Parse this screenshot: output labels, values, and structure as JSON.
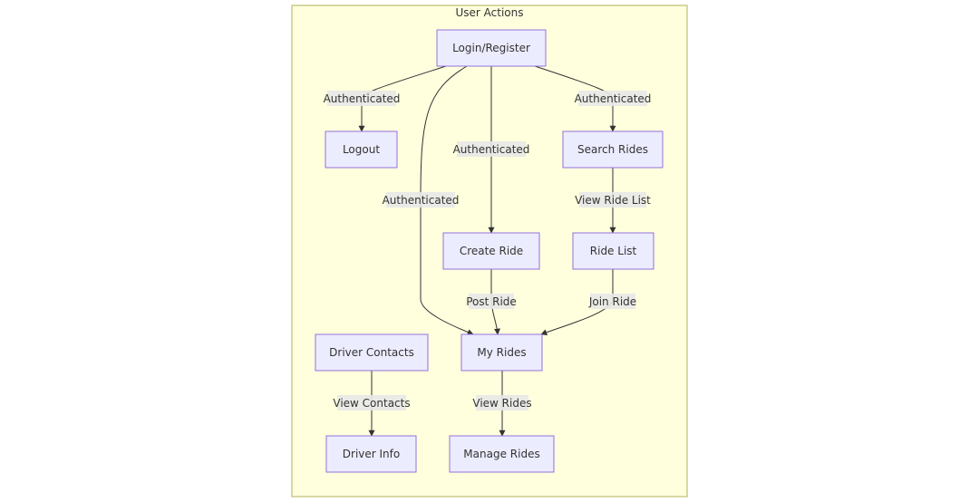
{
  "cluster": {
    "title": "User Actions"
  },
  "nodes": {
    "login": "Login/Register",
    "logout": "Logout",
    "search": "Search Rides",
    "create": "Create Ride",
    "ride_list": "Ride List",
    "my_rides": "My Rides",
    "driver_contacts": "Driver Contacts",
    "driver_info": "Driver Info",
    "manage": "Manage Rides"
  },
  "edges": {
    "login_logout": "Authenticated",
    "login_myrides": "Authenticated",
    "login_create": "Authenticated",
    "login_search": "Authenticated",
    "search_list": "View Ride List",
    "create_myrides": "Post Ride",
    "list_myrides": "Join Ride",
    "contacts_info": "View Contacts",
    "myrides_manage": "View Rides"
  },
  "colors": {
    "node_fill": "#ececff",
    "node_stroke": "#9370db",
    "cluster_fill": "#ffffde",
    "cluster_stroke": "#cccc88",
    "edge": "#333333",
    "label_bg": "#e8e8e8"
  }
}
